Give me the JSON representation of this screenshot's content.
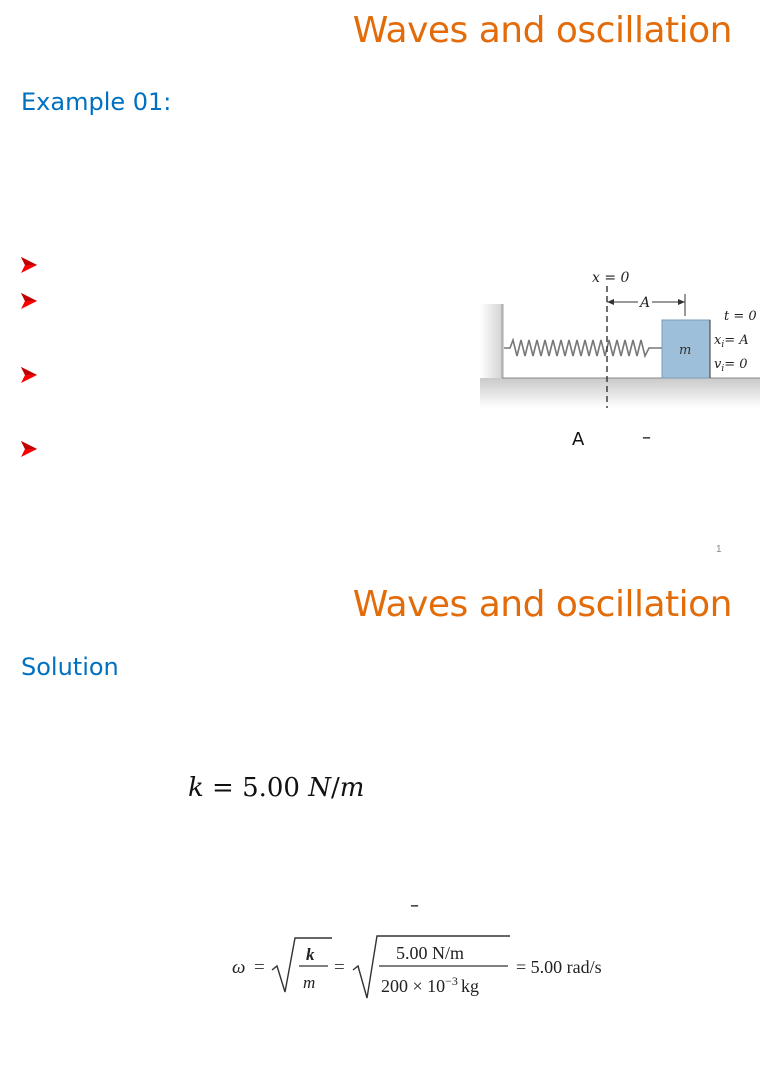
{
  "slide1": {
    "title": "Waves and oscillation",
    "heading": "Example 01:",
    "bullet_count": 4,
    "figure": {
      "label_x0": "x = 0",
      "label_A_dim": "A",
      "mass_label": "m",
      "cond_t": "t = 0",
      "cond_x": "x",
      "cond_x_sub": "i",
      "cond_x_val": "= A",
      "cond_v": "v",
      "cond_v_sub": "i",
      "cond_v_val": "= 0"
    },
    "caption_A": "A",
    "caption_dash": "–",
    "page_number": "1"
  },
  "slide2": {
    "title": "Waves and oscillation",
    "heading": "Solution",
    "eq_k_lhs": "k",
    "eq_k_rhs": " = 5.00 ",
    "eq_k_unit_N": "N",
    "eq_k_unit_sep": "/",
    "eq_k_unit_m": "m",
    "dash": "–",
    "omega": {
      "symbol": "ω",
      "equals": "=",
      "k": "k",
      "m": "m",
      "numerator": "5.00 N/m",
      "denominator_base": "200 × 10",
      "denominator_exp": "−3",
      "denominator_unit": "kg",
      "result": "= 5.00 rad/s"
    }
  }
}
